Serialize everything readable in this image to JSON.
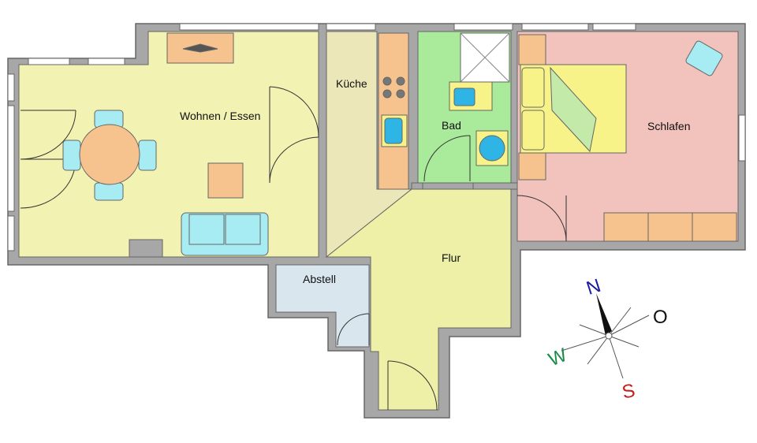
{
  "rooms": {
    "wohnen": "Wohnen / Essen",
    "kueche": "Küche",
    "bad": "Bad",
    "schlafen": "Schlafen",
    "flur": "Flur",
    "abstell": "Abstell"
  },
  "compass": {
    "north": "N",
    "east": "O",
    "south": "S",
    "west": "W"
  },
  "colors": {
    "wohnen": "#f2f2b2",
    "kueche": "#ece7b9",
    "bad": "#a9ea9b",
    "schlafen": "#f2c2bc",
    "flur": "#eef0a8",
    "abstell": "#d9e6ee",
    "wall_fill": "#a7a7a7",
    "wall_stroke": "#666666",
    "furniture_orange": "#f6c28e",
    "furniture_cyan": "#a7ecf2",
    "furniture_yellow": "#f7f388",
    "compass_north": "#1a1a9c",
    "compass_east": "#111111",
    "compass_south": "#c61c1c",
    "compass_west": "#1a8c4a"
  }
}
